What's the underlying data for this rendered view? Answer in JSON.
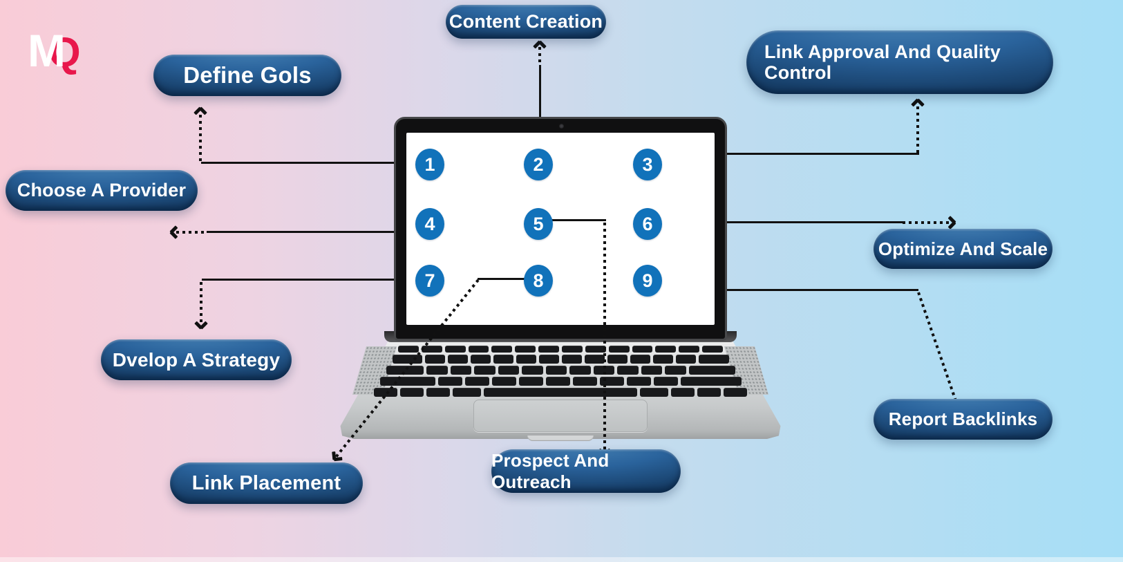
{
  "logo": {
    "letter_m": "M",
    "letter_q": "Q",
    "m_color": "#ffffff",
    "q_color": "#e8174b"
  },
  "pills": [
    {
      "id": "content-creation",
      "label": "Content Creation"
    },
    {
      "id": "define-gols",
      "label": "Define Gols"
    },
    {
      "id": "link-approval-and-quality-control",
      "label": "Link Approval  And Quality Control"
    },
    {
      "id": "choose-a-provider",
      "label": "Choose A Provider"
    },
    {
      "id": "optimize-and-scale",
      "label": "Optimize And Scale"
    },
    {
      "id": "dvelop-a-strategy",
      "label": "Dvelop A Strategy"
    },
    {
      "id": "report-backlinks",
      "label": "Report Backlinks"
    },
    {
      "id": "link-placement",
      "label": "Link Placement"
    },
    {
      "id": "prospect-and-outreach",
      "label": "Prospect And Outreach"
    }
  ],
  "screen_numbers": [
    "1",
    "2",
    "3",
    "4",
    "5",
    "6",
    "7",
    "8",
    "9"
  ],
  "colors": {
    "background_left": "#f9ccd7",
    "background_right": "#a6def6",
    "pill_dark": "#0f3356",
    "pill_light": "#4a86b8",
    "number_circle_blue": "#1172ba",
    "connector_line": "#111111",
    "logo_red": "#e8174b"
  }
}
